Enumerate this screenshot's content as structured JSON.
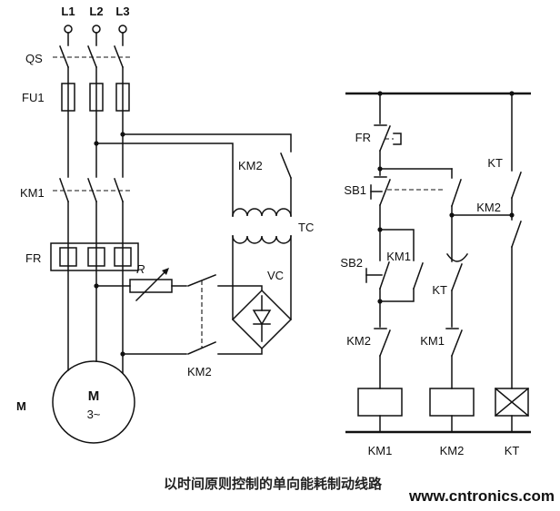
{
  "diagram": {
    "power": {
      "phase_labels": [
        "L1",
        "L2",
        "L3"
      ],
      "qs": "QS",
      "fu1": "FU1",
      "km1": "KM1",
      "fr": "FR",
      "r": "R",
      "km2_upper": "KM2",
      "tc": "TC",
      "vc": "VC",
      "km2_brake": "KM2",
      "motor_tag": "M",
      "motor_letter": "M",
      "motor_phases": "3~"
    },
    "control": {
      "fr": "FR",
      "sb1": "SB1",
      "kt_top": "KT",
      "km2_latch": "KM2",
      "sb2": "SB2",
      "km1_aux": "KM1",
      "kt_delay": "KT",
      "km2_interlock": "KM2",
      "km1_interlock": "KM1",
      "coil_km1": "KM1",
      "coil_km2": "KM2",
      "coil_kt": "KT"
    },
    "caption": "以时间原则控制的单向能耗制动线路",
    "watermark": "www.cntronics.com",
    "watermark_color": "#8dc63f",
    "line_color": "#111111"
  }
}
